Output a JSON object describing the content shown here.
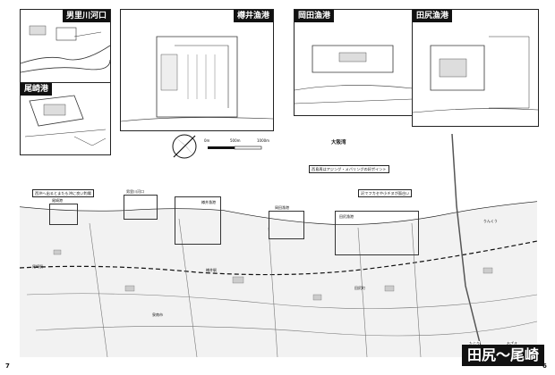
{
  "insets": {
    "otozato": {
      "title": "男里川河口"
    },
    "ozaki_port": {
      "title": "尾崎港"
    },
    "tarui": {
      "title": "樽井漁港"
    },
    "okada": {
      "title": "岡田漁港"
    },
    "tajiri_port": {
      "title": "田尻漁港"
    }
  },
  "labels": {
    "osaka_bay": "大阪湾",
    "scale_0": "0m",
    "scale_500": "500m",
    "scale_1000": "1000m",
    "spot_callout": "西島周はアジング・メバリングの好ポイント",
    "area_callout": "西沖へ出るとまたも沖に良い釣場",
    "fish_callout": "沢でフカセや小チヌが面白い",
    "tarui_nyuko": "樽井漁港",
    "okada_nyuko": "岡田漁港",
    "tajiri_nyuko": "田尻漁港",
    "otozato_nyuko": "男里川河口",
    "ozaki_nyuko": "尾崎港",
    "ozaki_ekimae": "尾崎駅",
    "tarui_eki": "樽井駅",
    "tajiri_cho": "田尻町",
    "sennan": "泉南市",
    "rinku": "りんくう",
    "ruby_tajiri": "たじり",
    "ruby_ozaki": "おざき"
  },
  "title": "田尻〜尾崎",
  "page_left": "7",
  "page_right": "6"
}
